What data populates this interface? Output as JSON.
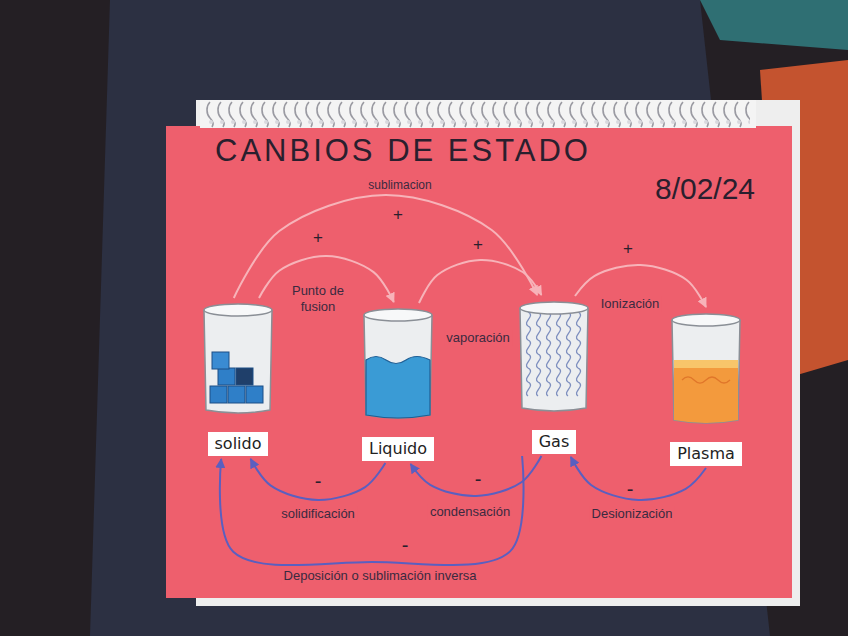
{
  "diagram": {
    "title": "CANBIOS DE ESTADO",
    "nodes": [
      {
        "text": [
          "solido"
        ]
      },
      {
        "text": [
          "Liquido"
        ]
      },
      {
        "text": [
          "Gas"
        ]
      },
      {
        "text": [
          "Plasma"
        ]
      }
    ],
    "edges": [
      {
        "from": 0,
        "to": 2,
        "label": "sublimacion",
        "arrow": "to"
      },
      {
        "from": 0,
        "to": 1,
        "label": "Punto de fusion",
        "arrow": "to"
      },
      {
        "from": 1,
        "to": 2,
        "label": "vaporación",
        "arrow": "to"
      },
      {
        "from": 2,
        "to": 3,
        "label": "Ionización",
        "arrow": "to"
      },
      {
        "from": 1,
        "to": 0,
        "label": "solidificación",
        "arrow": "to"
      },
      {
        "from": 2,
        "to": 1,
        "label": "condensación",
        "arrow": "to"
      },
      {
        "from": 3,
        "to": 2,
        "label": "Desionización",
        "arrow": "to"
      },
      {
        "from": 2,
        "to": 0,
        "label": "Deposición o sublimación inversa",
        "arrow": "to"
      }
    ],
    "labels": [
      "8/02/24",
      "+",
      "+",
      "+",
      "+",
      "-",
      "-",
      "-",
      "-"
    ]
  }
}
